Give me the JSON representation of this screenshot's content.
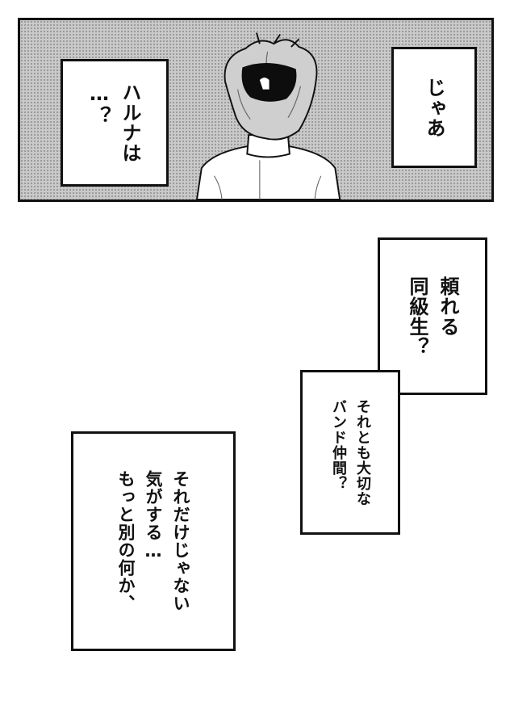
{
  "panel": {
    "bubble_left": "ハルナは\n…？",
    "bubble_right": "じゃあ"
  },
  "captions": {
    "upper_right": "頼れる\n同級生？",
    "middle": "それとも大切な\nバンド仲間？",
    "lower_left": "それだけじゃない\n気がする…\nもっと別の何か、"
  }
}
